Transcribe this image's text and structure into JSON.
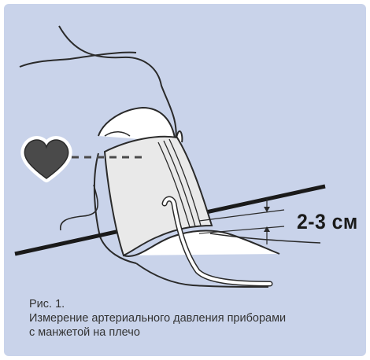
{
  "figure": {
    "measure_label": "2-3 см",
    "caption": {
      "number": "Рис. 1.",
      "line1": "Измерение артериального давления приборами",
      "line2": "с манжетой на плечо"
    }
  },
  "colors": {
    "background": "#c9d3ea",
    "skin_outline": "#2a2a2a",
    "cuff_fill": "#e9e9e9",
    "heart_fill": "#4a4a4a",
    "heart_halo": "#ffffff",
    "dashed_line": "#4a4a4a"
  },
  "icons": {
    "heart": "heart-icon",
    "arrow": "arrow-icon"
  }
}
